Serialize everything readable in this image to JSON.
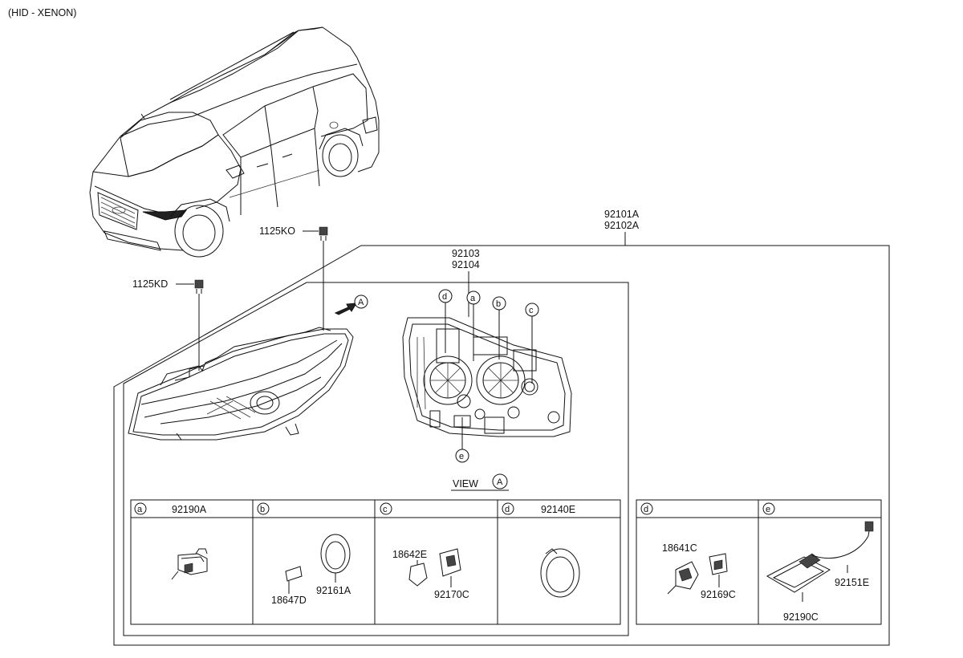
{
  "header": {
    "variant": "(HID - XENON)"
  },
  "callouts": {
    "assembly": [
      "92101A",
      "92102A"
    ],
    "housing": [
      "92103",
      "92104"
    ],
    "bolt_upper": "1125KO",
    "bolt_lower": "1125KD"
  },
  "view": {
    "label": "VIEW",
    "marker": "A"
  },
  "markers": {
    "a": "a",
    "b": "b",
    "c": "c",
    "d": "d",
    "e": "e",
    "A": "A"
  },
  "left_table": {
    "columns": [
      {
        "letter": "a",
        "title": "92190A",
        "parts": []
      },
      {
        "letter": "b",
        "title": "",
        "parts": [
          "18647D",
          "92161A"
        ]
      },
      {
        "letter": "c",
        "title": "",
        "parts": [
          "18642E",
          "92170C"
        ]
      },
      {
        "letter": "d",
        "title": "92140E",
        "parts": []
      }
    ]
  },
  "right_table": {
    "columns": [
      {
        "letter": "d",
        "title": "",
        "parts": [
          "18641C",
          "92169C"
        ]
      },
      {
        "letter": "e",
        "title": "",
        "parts": [
          "92151E",
          "92190C"
        ]
      }
    ]
  }
}
